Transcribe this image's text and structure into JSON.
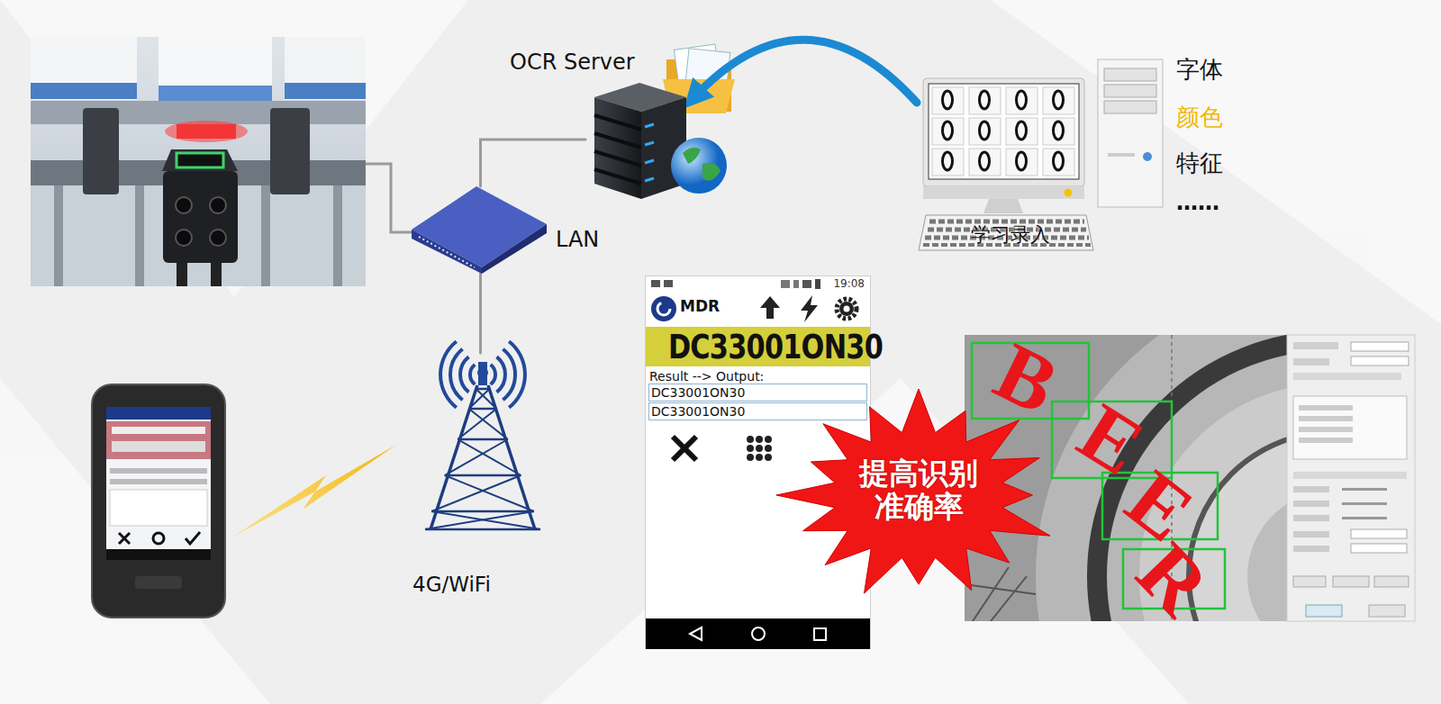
{
  "diagram": {
    "nodes": [
      {
        "text": [
          "OCR Server"
        ]
      },
      {
        "text": [
          "学习录入"
        ]
      },
      {
        "text": [
          "LAN"
        ]
      },
      {
        "text": [
          "19:08",
          "MDR",
          "DC33001ON30",
          "Result --> Output:",
          "DC33001ON30",
          "DC33001ON30"
        ]
      },
      {
        "text": [
          "4G/WiFi"
        ]
      },
      {
        "text": [
          "提高识别 准确率"
        ]
      }
    ],
    "edges": [
      {
        "from": 2,
        "to": 0,
        "arrow": "none"
      },
      {
        "from": 2,
        "to": 4,
        "arrow": "none"
      },
      {
        "from": 1,
        "to": 0,
        "arrow": "to"
      }
    ],
    "labels": [
      "字体",
      "颜色",
      "特征",
      "……",
      "B",
      "E",
      "E",
      "R"
    ]
  }
}
